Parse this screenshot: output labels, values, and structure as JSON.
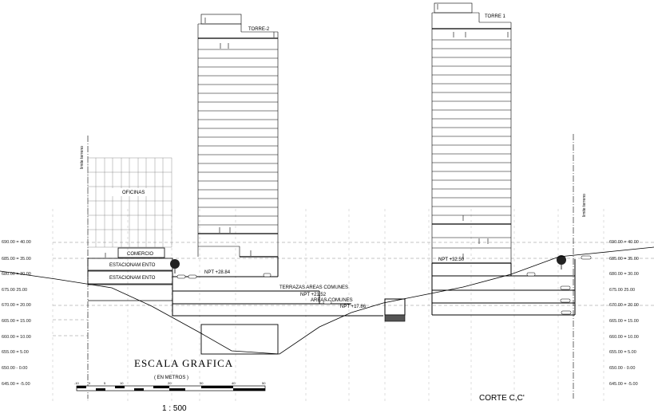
{
  "levels": [
    {
      "id": "l690",
      "label": "690.00 = 40.00"
    },
    {
      "id": "l685",
      "label": "685.00 = 35.00"
    },
    {
      "id": "l680",
      "label": "680.00 = 30.00"
    },
    {
      "id": "l675",
      "label": "675.00   25.00"
    },
    {
      "id": "l670",
      "label": "670.00 = 20.00"
    },
    {
      "id": "l665",
      "label": "665.00 = 15.00"
    },
    {
      "id": "l660",
      "label": "660.00 = 10.00"
    },
    {
      "id": "l655",
      "label": "655.00 = 5.00"
    },
    {
      "id": "l650",
      "label": "650.00 - 0.00"
    },
    {
      "id": "l645",
      "label": "645.00 = -5.00"
    }
  ],
  "labels": {
    "torre2": "TORRE-2",
    "torre1": "TORRE 1",
    "oficinas": "OFICINAS",
    "comercio": "COMERCIO",
    "estacionamiento": "ESTACIONAM ENTO",
    "terrazas": "TERRAZAS AREAS COMUNES",
    "areas_comunes": "AREAS COMUNES",
    "npt_2884": "NPT +28.84",
    "npt_2152": "NPT +21.52",
    "npt_1786": "NPT +17.86",
    "npt_3250": "NPT +32.50",
    "limite_terreno": "limite terreno"
  },
  "scale": {
    "title": "ESCALA GRAFICA",
    "units": "( EN METROS )",
    "ratio": "1 : 500",
    "ticks": [
      "-10",
      "0",
      "5",
      "10",
      "20",
      "30",
      "40",
      "50"
    ]
  },
  "section_title": "CORTE C,C'"
}
